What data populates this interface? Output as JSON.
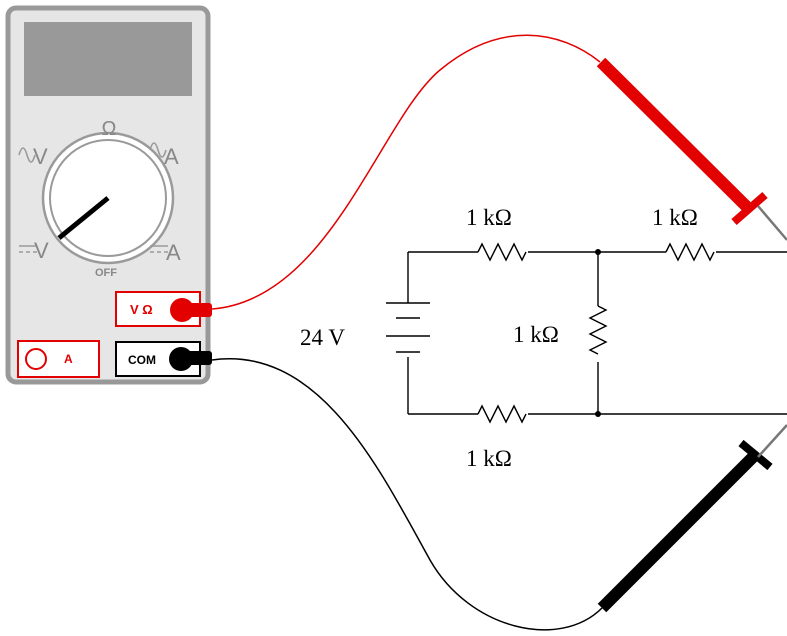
{
  "meter": {
    "dial": {
      "ohm_symbol": "Ω",
      "ac_volts": "V",
      "ac_amps": "A",
      "dc_volts": "V",
      "dc_amps": "A",
      "off_label": "OFF"
    },
    "jacks": {
      "volt_ohm": "V Ω",
      "amps": "A",
      "common": "COM"
    }
  },
  "circuit": {
    "source_label": "24 V",
    "resistor_top_left": "1 kΩ",
    "resistor_top_right": "1 kΩ",
    "resistor_middle": "1 kΩ",
    "resistor_bottom": "1 kΩ"
  },
  "colors": {
    "red_lead": "#e30000",
    "black_lead": "#000000",
    "meter_body": "#e6e6e6",
    "meter_border": "#999999",
    "display": "#999999",
    "jack_red": "#e30000"
  }
}
